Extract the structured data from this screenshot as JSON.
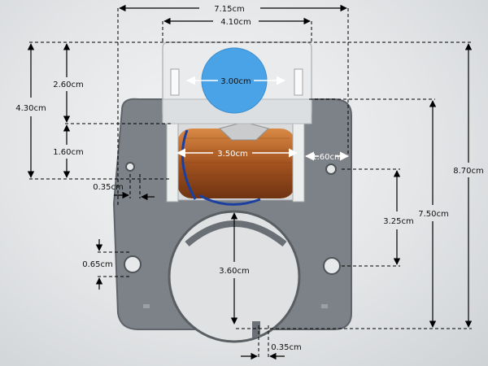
{
  "measurements": {
    "overall_width": "7.15cm",
    "cap_width": "4.10cm",
    "button_diameter": "3.00cm",
    "coil_width": "3.50cm",
    "side_gap": "1.60cm",
    "top_height": "4.30cm",
    "cap_height": "2.60cm",
    "coil_height": "1.60cm",
    "slot_width": "0.35cm",
    "hole_spacing": "3.25cm",
    "bore_diameter": "3.60cm",
    "plate_height": "7.50cm",
    "total_height": "8.70cm",
    "notch_height": "0.65cm",
    "bottom_slot": "0.35cm"
  },
  "colors": {
    "plate": "#7d8288",
    "cap": "#e9ebec",
    "button": "#4aa3e6",
    "copper": "#b8662a"
  }
}
